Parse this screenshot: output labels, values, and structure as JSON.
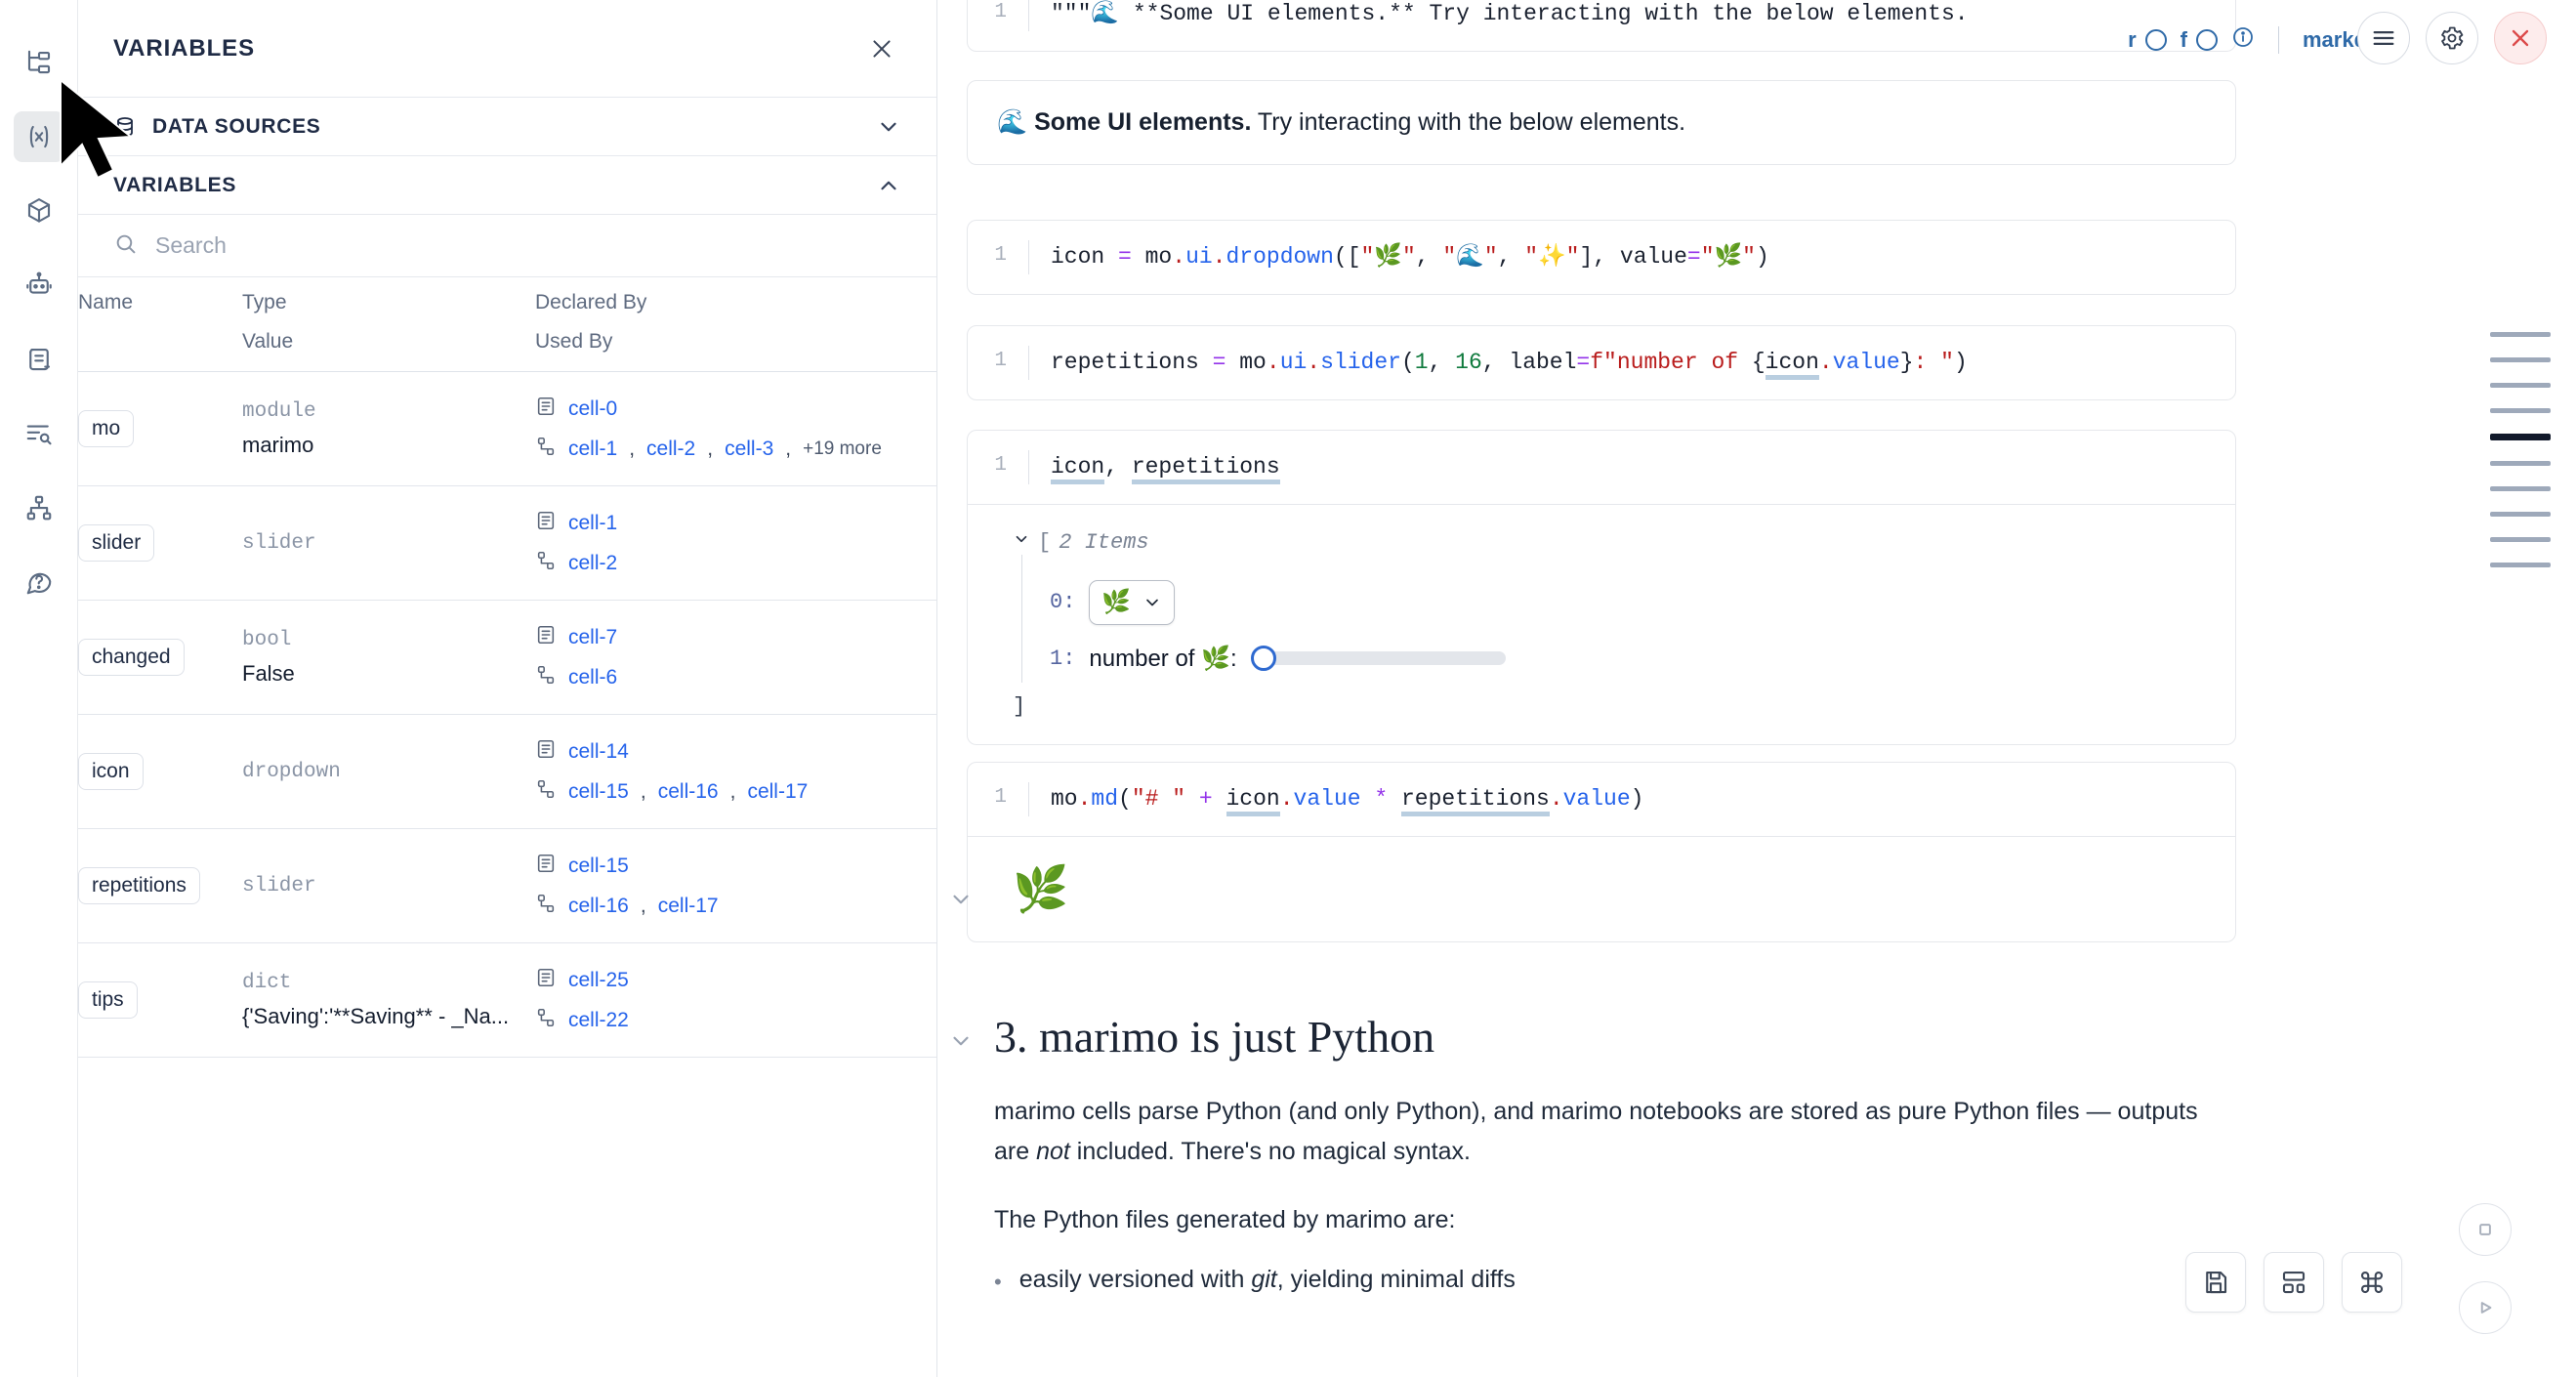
{
  "rail": {
    "items": [
      {
        "name": "file-tree-icon",
        "label": "File explorer"
      },
      {
        "name": "variables-icon",
        "label": "Variables",
        "active": true
      },
      {
        "name": "package-icon",
        "label": "Packages"
      },
      {
        "name": "robot-icon",
        "label": "Chat"
      },
      {
        "name": "scroll-icon",
        "label": "Outline"
      },
      {
        "name": "logs-search-icon",
        "label": "Logs"
      },
      {
        "name": "dependency-graph-icon",
        "label": "Dependency graph"
      },
      {
        "name": "help-icon",
        "label": "Help"
      }
    ]
  },
  "panel": {
    "title": "VARIABLES",
    "close_label": "×",
    "sections": [
      {
        "label": "DATA SOURCES",
        "expanded": false
      },
      {
        "label": "VARIABLES",
        "expanded": true
      }
    ],
    "search": {
      "value": "",
      "placeholder": "Search"
    },
    "table": {
      "headers": {
        "name": "Name",
        "type": "Type",
        "value": "Value",
        "declared_by": "Declared By",
        "used_by": "Used By"
      },
      "rows": [
        {
          "name": "mo",
          "type": "module",
          "value": "marimo",
          "declared_by": [
            "cell-0"
          ],
          "used_by": [
            "cell-1",
            "cell-2",
            "cell-3"
          ],
          "used_by_more": "+19 more"
        },
        {
          "name": "slider",
          "type": "slider",
          "value": "",
          "declared_by": [
            "cell-1"
          ],
          "used_by": [
            "cell-2"
          ],
          "used_by_more": ""
        },
        {
          "name": "changed",
          "type": "bool",
          "value": "False",
          "declared_by": [
            "cell-7"
          ],
          "used_by": [
            "cell-6"
          ],
          "used_by_more": ""
        },
        {
          "name": "icon",
          "type": "dropdown",
          "value": "",
          "declared_by": [
            "cell-14"
          ],
          "used_by": [
            "cell-15",
            "cell-16",
            "cell-17"
          ],
          "used_by_more": ""
        },
        {
          "name": "repetitions",
          "type": "slider",
          "value": "",
          "declared_by": [
            "cell-15"
          ],
          "used_by": [
            "cell-16",
            "cell-17"
          ],
          "used_by_more": ""
        },
        {
          "name": "tips",
          "type": "dict",
          "value": "{'Saving':'**Saving** - _Na...",
          "declared_by": [
            "cell-25"
          ],
          "used_by": [
            "cell-22"
          ],
          "used_by_more": ""
        }
      ]
    }
  },
  "toolbar": {
    "flag_r": "r",
    "flag_f": "f",
    "language": "markdown",
    "menu_label": "Cell actions",
    "settings_label": "Settings",
    "close_label": "Close"
  },
  "notebook": {
    "md_cell": {
      "source_line": "\"\"\"🌊 **Some UI elements.** Try interacting with the below elements.",
      "output_emoji": "🌊",
      "output_bold": "Some UI elements.",
      "output_rest": " Try interacting with the below elements."
    },
    "cells": [
      {
        "line_no": "1",
        "code": "icon = mo.ui.dropdown([\"🌿\", \"🌊\", \"✨\"], value=\"🌿\")"
      },
      {
        "line_no": "1",
        "code": "repetitions = mo.ui.slider(1, 16, label=f\"number of {icon.value}: \")"
      },
      {
        "line_no": "1",
        "code": "icon, repetitions"
      },
      {
        "line_no": "1",
        "code": "mo.md(\"# \" + icon.value * repetitions.value)"
      }
    ],
    "tuple_output": {
      "header": "[ 2 Items",
      "bracket_open": "[",
      "items_count": "2 Items",
      "key0": "0:",
      "key1": "1:",
      "dropdown_value": "🌿",
      "slider_label": "number of 🌿:",
      "bracket_close": "]"
    },
    "md_output": {
      "emoji": "🌿"
    },
    "section": {
      "heading": "3. marimo is just Python",
      "para1_a": "marimo cells parse Python (and only Python), and marimo notebooks are stored as pure Python files — outputs are ",
      "para1_em": "not",
      "para1_b": " included. There's no magical syntax.",
      "para2": "The Python files generated by marimo are:",
      "bullets": [
        {
          "pre": "easily versioned with ",
          "em": "git",
          "post": ", yielding minimal diffs"
        }
      ]
    }
  },
  "minimap": {
    "cells": [
      {
        "current": false
      },
      {
        "current": false
      },
      {
        "current": false
      },
      {
        "current": false
      },
      {
        "current": true
      },
      {
        "current": false
      },
      {
        "current": false
      },
      {
        "current": false
      },
      {
        "current": false
      },
      {
        "current": false
      }
    ]
  },
  "fab": {
    "save_label": "Save",
    "layout_label": "Layout",
    "command_label": "Command palette",
    "stop_label": "Interrupt",
    "run_label": "Run"
  },
  "colors": {
    "link": "#2563eb",
    "accent": "#2f6aa8",
    "danger": "#dc4a4a",
    "muted": "#8b95a6"
  }
}
